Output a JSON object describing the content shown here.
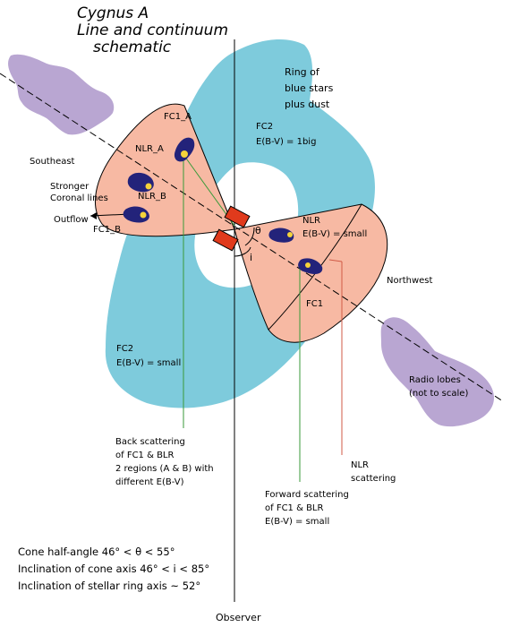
{
  "title": [
    "Cygnus A",
    "Line and continuum",
    "schematic"
  ],
  "ring_label": [
    "Ring of",
    "blue stars",
    "plus dust"
  ],
  "fc2_top": [
    "FC2",
    "E(B-V) = 1big"
  ],
  "fc2_bottom": [
    "FC2",
    "E(B-V) = small"
  ],
  "nlr_right": [
    "NLR",
    "E(B-V) = small"
  ],
  "fc1_a": "FC1_A",
  "nlr_a": "NLR_A",
  "nlr_b": "NLR_B",
  "fc1_b": "FC1_B",
  "fc1": "FC1",
  "southeast": "Southeast",
  "northwest": "Northwest",
  "coronal": [
    "Stronger",
    "Coronal lines"
  ],
  "outflow": "Outflow",
  "theta": "θ",
  "incl": "i",
  "radio_lobes": [
    "Radio lobes",
    "(not to scale)"
  ],
  "back_scatter": [
    "Back scattering",
    "of FC1 & BLR",
    "2 regions (A & B) with",
    "different E(B-V)"
  ],
  "nlr_scatter": [
    "NLR",
    "scattering"
  ],
  "forward_scatter": [
    "Forward scattering",
    "of FC1 & BLR",
    "E(B-V) = small"
  ],
  "params": [
    "Cone half-angle 46° < θ < 55°",
    "Inclination of cone axis 46° < i < 85°",
    "Inclination of stellar ring axis ~ 52°"
  ],
  "observer": "Observer",
  "colors": {
    "ring": "#7ecbdc",
    "cone": "#f7b9a3",
    "lobe": "#b9a6d2",
    "knot": "#23237a",
    "knot_glow": "#f5d33a",
    "torus": "#e03a1c",
    "forward_line": "#3a9a3a",
    "nlr_line": "#d05a46"
  }
}
